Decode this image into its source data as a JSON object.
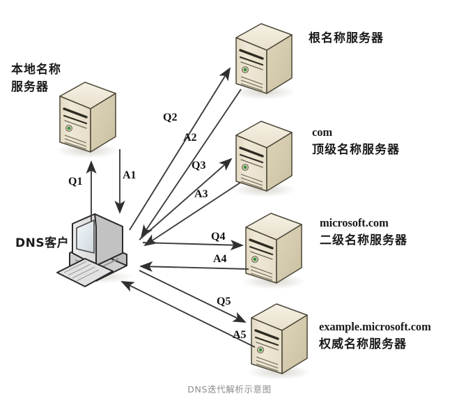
{
  "diagram": {
    "caption": "DNS迭代解析示意图",
    "client": {
      "label": "DNS客户",
      "icon": "desktop-computer-icon"
    },
    "nodes": [
      {
        "id": "local-name-server",
        "icon": "server-tower-icon",
        "label_lines": [
          "本地名称服务器"
        ],
        "label_line1": "本地名称",
        "label_line2": "服务器",
        "domain": ""
      },
      {
        "id": "root-name-server",
        "icon": "server-tower-icon",
        "label_line1": "根名称服务器",
        "label_line2": "",
        "domain": ""
      },
      {
        "id": "tld-name-server",
        "icon": "server-tower-icon",
        "domain": "com",
        "label_line1": "顶级名称服务器",
        "label_line2": ""
      },
      {
        "id": "second-level-name-server",
        "icon": "server-tower-icon",
        "domain": "microsoft.com",
        "label_line1": "二级名称服务器",
        "label_line2": ""
      },
      {
        "id": "authoritative-name-server",
        "icon": "server-tower-icon",
        "domain": "example.microsoft.com",
        "label_line1": "权威名称服务器",
        "label_line2": ""
      }
    ],
    "messages": [
      {
        "id": "q1",
        "label": "Q1",
        "from": "dns-client",
        "to": "local-name-server",
        "kind": "query"
      },
      {
        "id": "a1",
        "label": "A1",
        "from": "local-name-server",
        "to": "dns-client",
        "kind": "answer"
      },
      {
        "id": "q2",
        "label": "Q2",
        "from": "dns-client",
        "to": "root-name-server",
        "kind": "query"
      },
      {
        "id": "a2",
        "label": "A2",
        "from": "root-name-server",
        "to": "dns-client",
        "kind": "answer"
      },
      {
        "id": "q3",
        "label": "Q3",
        "from": "dns-client",
        "to": "tld-name-server",
        "kind": "query"
      },
      {
        "id": "a3",
        "label": "A3",
        "from": "tld-name-server",
        "to": "dns-client",
        "kind": "answer"
      },
      {
        "id": "q4",
        "label": "Q4",
        "from": "dns-client",
        "to": "second-level-name-server",
        "kind": "query"
      },
      {
        "id": "a4",
        "label": "A4",
        "from": "second-level-name-server",
        "to": "dns-client",
        "kind": "answer"
      },
      {
        "id": "q5",
        "label": "Q5",
        "from": "dns-client",
        "to": "authoritative-name-server",
        "kind": "query"
      },
      {
        "id": "a5",
        "label": "A5",
        "from": "authoritative-name-server",
        "to": "dns-client",
        "kind": "answer"
      }
    ],
    "colors": {
      "server_front": "#ece4d1",
      "server_side": "#d3c9ad",
      "server_top": "#f2ecdd",
      "server_outline": "#4a4637",
      "led_green": "#3f8f3f",
      "computer_body": "#d8d8d8",
      "computer_screen": "#e9eef2",
      "computer_outline": "#2a2a2a",
      "arrow": "#3b3b3b",
      "caption_text": "#8d8d8d",
      "label_text": "#1b1b1b",
      "background": "#ffffff"
    }
  }
}
